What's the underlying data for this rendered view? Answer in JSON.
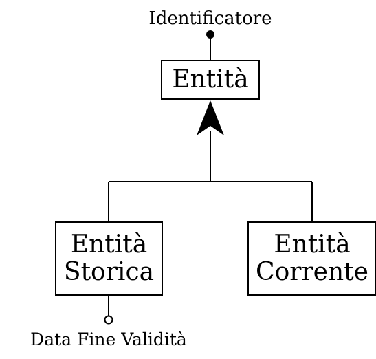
{
  "diagram": {
    "identifier_label": "Identificatore",
    "parent_entity": "Entità",
    "children": [
      {
        "line1": "Entità",
        "line2": "Storica"
      },
      {
        "line1": "Entità",
        "line2": "Corrente"
      }
    ],
    "optional_attribute_label": "Data Fine Validità"
  }
}
